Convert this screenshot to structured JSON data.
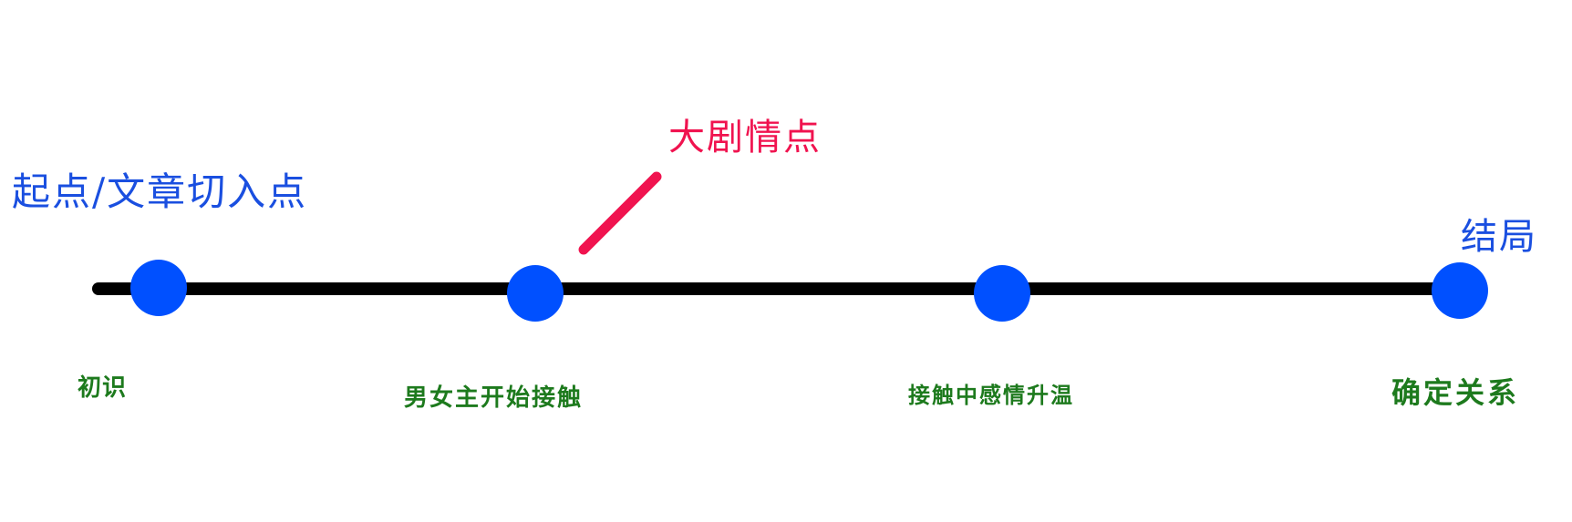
{
  "diagram": {
    "start_label": "起点/文章切入点",
    "end_label": "结局",
    "climax_label": "大剧情点",
    "stages": [
      {
        "label": "初识"
      },
      {
        "label": "男女主开始接触"
      },
      {
        "label": "接触中感情升温"
      },
      {
        "label": "确定关系"
      }
    ]
  },
  "colors": {
    "timeline": "#000000",
    "node": "#0050ff",
    "endpoint_text": "#1a4fe0",
    "climax": "#f0134f",
    "stage_text": "#1d7a1d"
  }
}
